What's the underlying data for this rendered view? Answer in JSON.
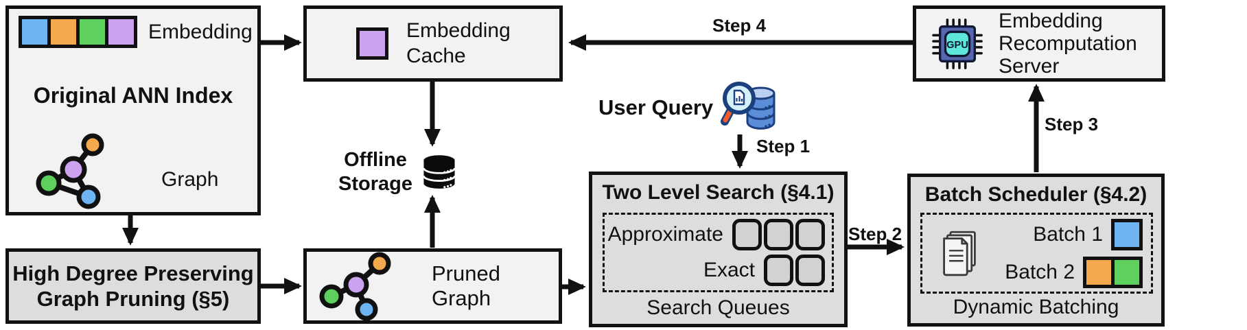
{
  "ann_index": {
    "embedding_label": "Embedding",
    "title": "Original ANN Index",
    "graph_label": "Graph"
  },
  "embedding_cache": {
    "label": "Embedding Cache"
  },
  "recompute_server": {
    "label": "Embedding Recomputation Server",
    "gpu_text": "GPU"
  },
  "offline_storage": {
    "label": "Offline Storage"
  },
  "user_query": {
    "label": "User Query"
  },
  "two_level_search": {
    "title": "Two Level Search (§4.1)",
    "approximate_label": "Approximate",
    "exact_label": "Exact",
    "approximate_slots": 3,
    "exact_slots": 2,
    "caption": "Search Queues"
  },
  "batch_scheduler": {
    "title": "Batch Scheduler (§4.2)",
    "batch1_label": "Batch 1",
    "batch2_label": "Batch 2",
    "batch1_colors": [
      "#6EB4F2"
    ],
    "batch2_colors": [
      "#F5A94E",
      "#5DD05D"
    ],
    "caption": "Dynamic Batching"
  },
  "graph_pruning": {
    "title": "High Degree Preserving Graph Pruning (§5)"
  },
  "pruned_graph": {
    "label": "Pruned Graph"
  },
  "steps": {
    "s1": "Step 1",
    "s2": "Step 2",
    "s3": "Step 3",
    "s4": "Step 4"
  },
  "embedding_colors": [
    "#6EB4F2",
    "#F5A94E",
    "#5DD05D",
    "#CCA3EE"
  ],
  "cache_square_colors": [
    "#CCA3EE"
  ],
  "colors": {
    "node_blue": "#6EB4F2",
    "node_orange": "#F5A94E",
    "node_green": "#5DD05D",
    "node_purple": "#CCA3EE",
    "box_light": "#F2F2F2",
    "box_gray": "#DDDDDD",
    "outline": "#111111",
    "magnifier_handle": "#F15A29",
    "query_db_blue": "#5B8DD9",
    "gpu_body": "#5667AD",
    "gpu_core": "#5FE6DA"
  }
}
